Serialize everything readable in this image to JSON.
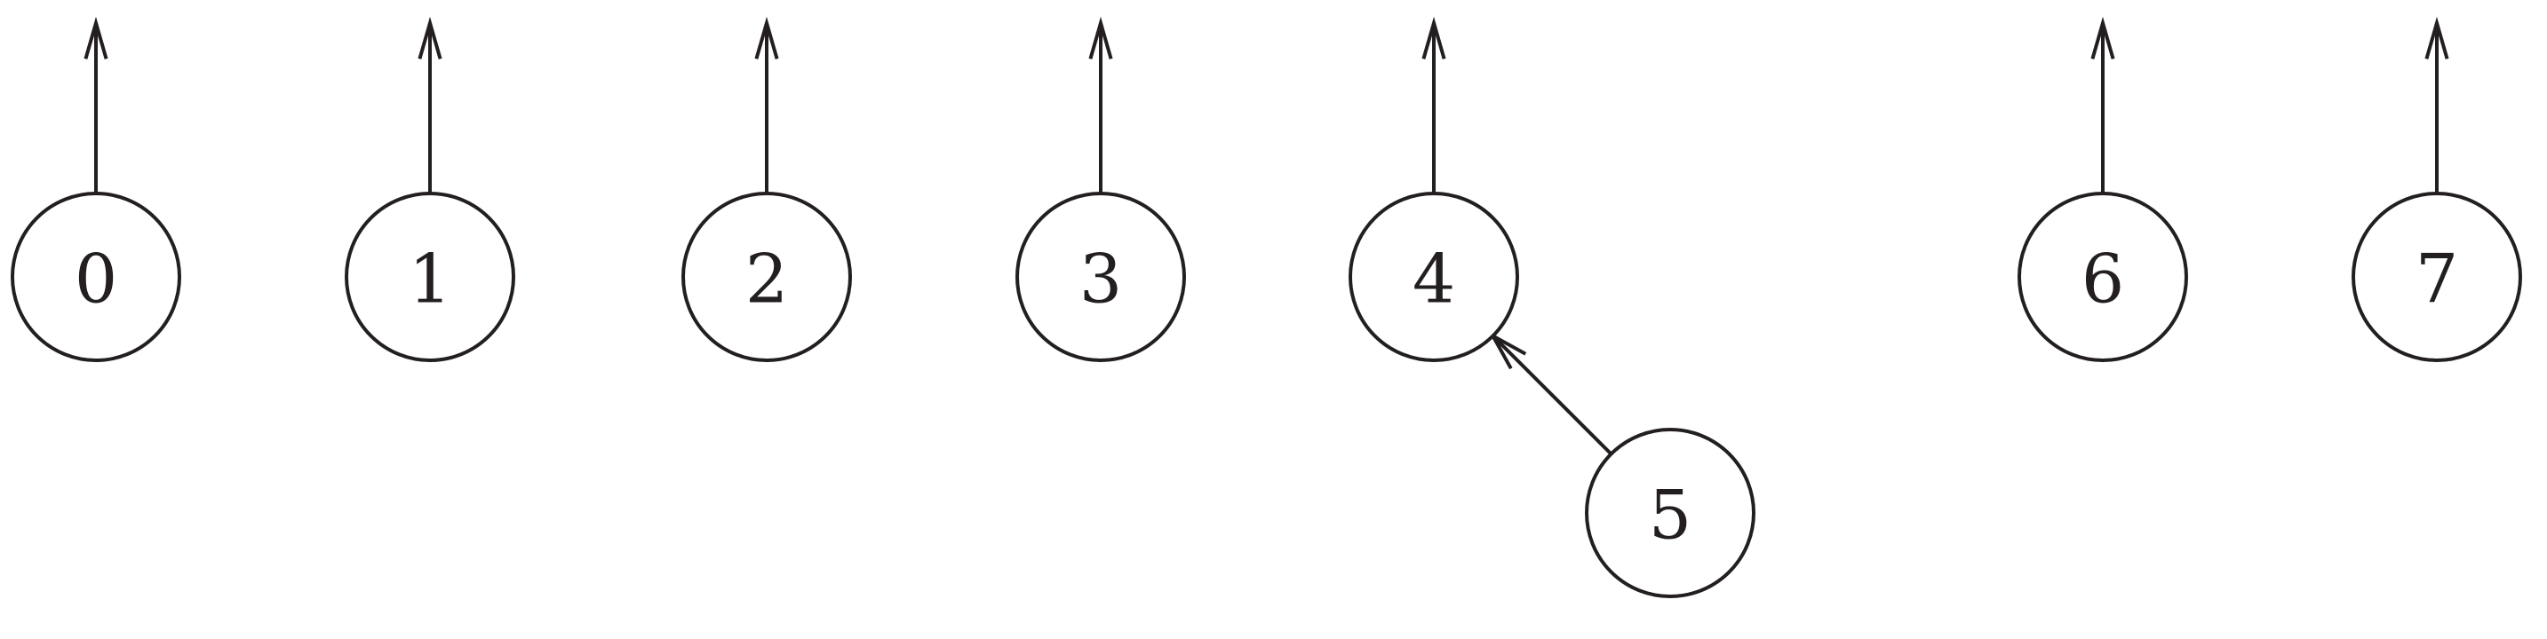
{
  "diagram": {
    "kind": "union-find forest",
    "colors": {
      "stroke": "#231f20",
      "background": "#ffffff"
    },
    "nodes": [
      {
        "id": "0",
        "label": "0",
        "parent": null,
        "root": true
      },
      {
        "id": "1",
        "label": "1",
        "parent": null,
        "root": true
      },
      {
        "id": "2",
        "label": "2",
        "parent": null,
        "root": true
      },
      {
        "id": "3",
        "label": "3",
        "parent": null,
        "root": true
      },
      {
        "id": "4",
        "label": "4",
        "parent": null,
        "root": true
      },
      {
        "id": "5",
        "label": "5",
        "parent": "4",
        "root": false
      },
      {
        "id": "6",
        "label": "6",
        "parent": null,
        "root": true
      },
      {
        "id": "7",
        "label": "7",
        "parent": null,
        "root": true
      }
    ],
    "edges": [
      {
        "from": "5",
        "to": "4"
      }
    ]
  }
}
